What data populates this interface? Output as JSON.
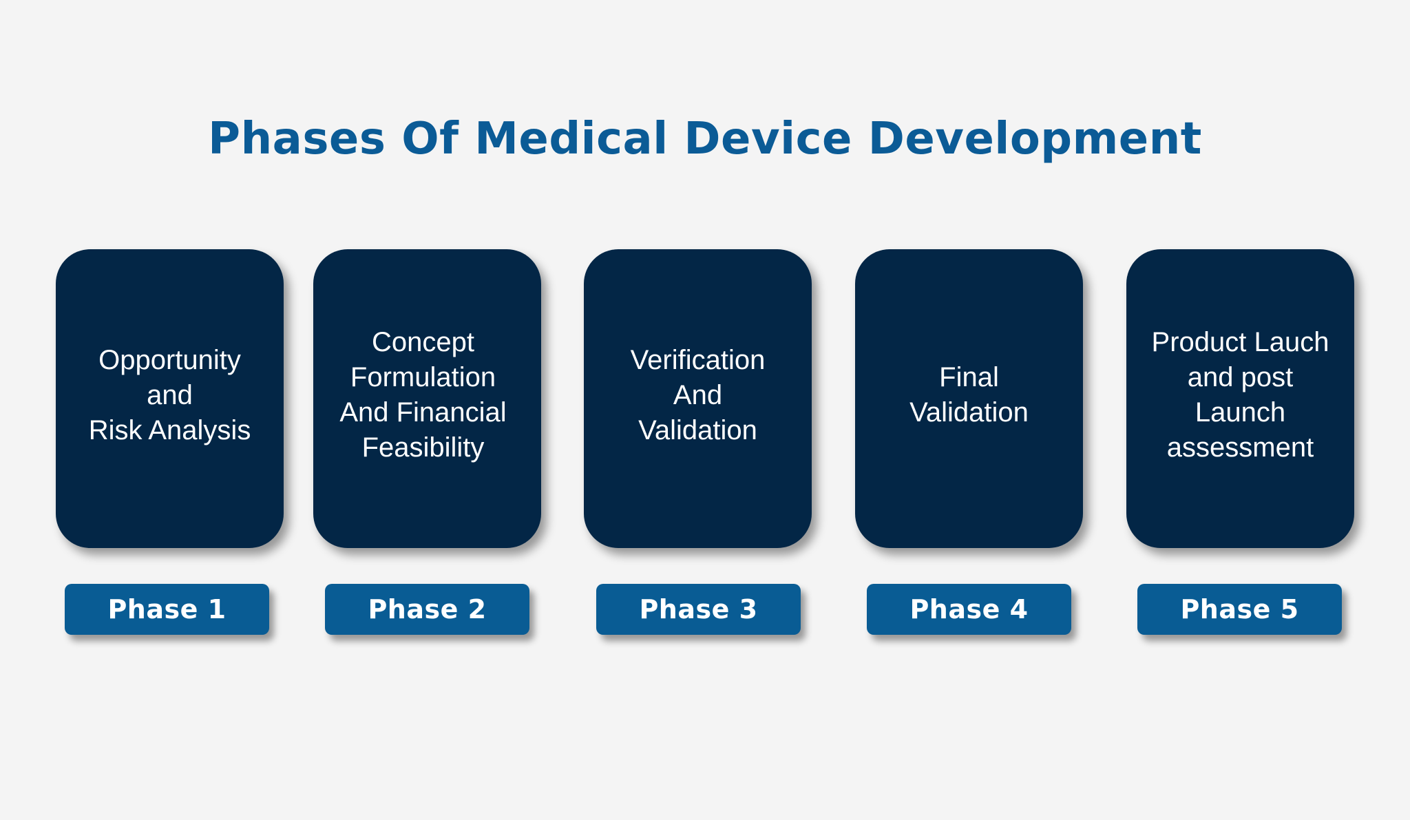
{
  "title": "Phases Of Medical Device Development",
  "colors": {
    "background": "#f4f4f4",
    "title": "#0b5b96",
    "card": "#032646",
    "badge": "#095c94",
    "text_on_dark": "#ffffff"
  },
  "phases": [
    {
      "badge": "Phase 1",
      "description": "Opportunity\nand\nRisk Analysis"
    },
    {
      "badge": "Phase 2",
      "description": "Concept\nFormulation\nAnd Financial\nFeasibility"
    },
    {
      "badge": "Phase 3",
      "description": "Verification\nAnd\nValidation"
    },
    {
      "badge": "Phase 4",
      "description": "Final\nValidation"
    },
    {
      "badge": "Phase 5",
      "description": "Product Lauch\nand post\nLaunch\nassessment"
    }
  ]
}
